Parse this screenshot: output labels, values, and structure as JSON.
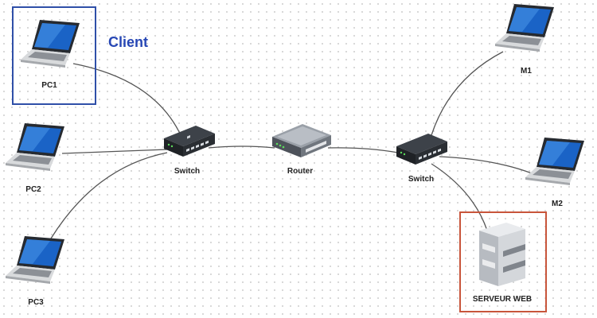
{
  "diagram": {
    "callout": "Client",
    "nodes": {
      "pc1": {
        "label": "PC1",
        "icon": "laptop-icon"
      },
      "pc2": {
        "label": "PC2",
        "icon": "laptop-icon"
      },
      "pc3": {
        "label": "PC3",
        "icon": "laptop-icon"
      },
      "switch_left": {
        "label": "Switch",
        "icon": "switch-icon"
      },
      "router": {
        "label": "Router",
        "icon": "router-icon"
      },
      "switch_right": {
        "label": "Switch",
        "icon": "switch-icon"
      },
      "m1": {
        "label": "M1",
        "icon": "laptop-icon"
      },
      "m2": {
        "label": "M2",
        "icon": "laptop-icon"
      },
      "web_server": {
        "label": "SERVEUR WEB",
        "icon": "server-icon"
      }
    },
    "links": [
      [
        "pc1",
        "switch_left"
      ],
      [
        "pc2",
        "switch_left"
      ],
      [
        "pc3",
        "switch_left"
      ],
      [
        "switch_left",
        "router"
      ],
      [
        "router",
        "switch_right"
      ],
      [
        "switch_right",
        "m1"
      ],
      [
        "switch_right",
        "m2"
      ],
      [
        "switch_right",
        "web_server"
      ]
    ],
    "colors": {
      "client_box": "#2f4fa8",
      "client_text": "#2747b5",
      "server_box": "#c8553b",
      "link": "#555555"
    }
  }
}
